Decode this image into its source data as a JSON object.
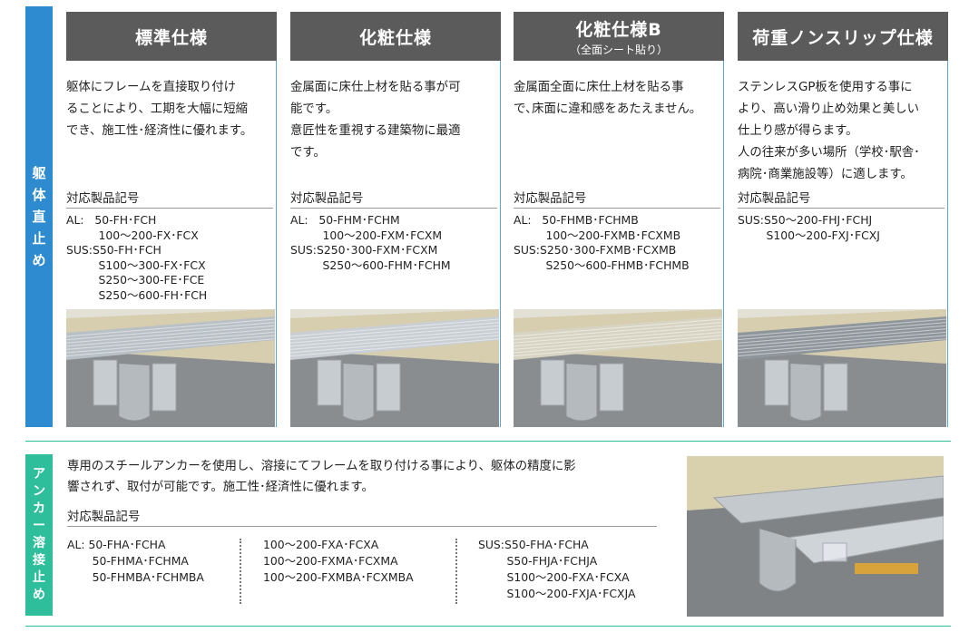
{
  "side_tags": {
    "top": [
      "躯",
      "体",
      "直",
      "止",
      "め"
    ],
    "bottom": [
      "ア",
      "ン",
      "カ",
      "ー",
      "溶",
      "接",
      "止",
      "め"
    ]
  },
  "columns": [
    {
      "title": "標準仕様",
      "subtitle": "",
      "description": "躯体にフレームを直接取り付け\nることにより、工期を大幅に短縮\nでき、施工性･経済性に優れます。",
      "code_title": "対応製品記号",
      "codes": [
        "AL:   50-FH･FCH",
        "         100～200-FX･FCX",
        "SUS:S50-FH･FCH",
        "         S100～300-FX･FCX",
        "         S250～300-FE･FCE",
        "         S250～600-FH･FCH"
      ],
      "surface": "#b9c0c6"
    },
    {
      "title": "化粧仕様",
      "subtitle": "",
      "description": "金属面に床仕上材を貼る事が可\n能です。\n意匠性を重視する建築物に最適\nです。",
      "code_title": "対応製品記号",
      "codes": [
        "AL:   50-FHM･FCHM",
        "         100～200-FXM･FCXM",
        "SUS:S250･300-FXM･FCXM",
        "         S250～600-FHM･FCHM"
      ],
      "surface": "#c9cfd4"
    },
    {
      "title": "化粧仕様B",
      "subtitle": "（全面シート貼り）",
      "description": "金属面全面に床仕上材を貼る事\nで､床面に違和感をあたえません。",
      "code_title": "対応製品記号",
      "codes": [
        "AL:   50-FHMB･FCHMB",
        "         100～200-FXMB･FCXMB",
        "SUS:S250･300-FXMB･FCXMB",
        "         S250～600-FHMB･FCHMB"
      ],
      "surface": "#d8d4c3"
    },
    {
      "title": "荷重ノンスリップ仕様",
      "subtitle": "",
      "description": "ステンレスGP板を使用する事に\nより、高い滑り止め効果と美しい\n仕上り感が得らます。\n人の往来が多い場所（学校･駅舎･\n病院･商業施設等）に適します。",
      "code_title": "対応製品記号",
      "codes": [
        "SUS:S50～200-FHJ･FCHJ",
        "        S100～200-FXJ･FCXJ"
      ],
      "surface": "#8f969c"
    }
  ],
  "anchor": {
    "description": "専用のスチールアンカーを使用し、溶接にてフレームを取り付ける事により、躯体の精度に影\n響されず、取付が可能です。施工性･経済性に優れます。",
    "code_title": "対応製品記号",
    "col1": [
      "AL: 50-FHA･FCHA",
      "       50-FHMA･FCHMA",
      "       50-FHMBA･FCHMBA"
    ],
    "col2": [
      "100～200-FXA･FCXA",
      "100～200-FXMA･FCXMA",
      "100～200-FXMBA･FCXMBA"
    ],
    "col3": [
      "SUS:S50-FHA･FCHA",
      "        S50-FHJA･FCHJA",
      "        S100～200-FXA･FCXA",
      "        S100～200-FXJA･FCXJA"
    ]
  },
  "colors": {
    "blue_tag": "#2f8bd0",
    "green_tag": "#2fbe9b",
    "header_gray": "#5b5b5b"
  }
}
